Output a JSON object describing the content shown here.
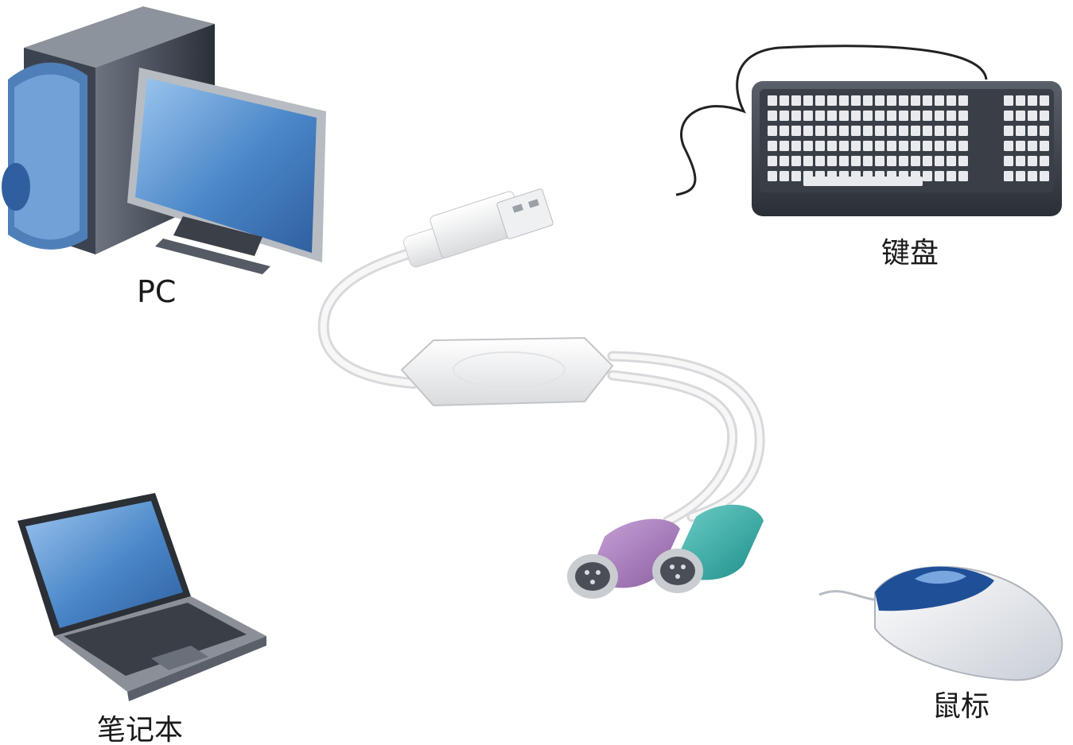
{
  "labels": {
    "pc": "PC",
    "keyboard": "键盘",
    "laptop": "笔记本",
    "mouse": "鼠标"
  },
  "colors": {
    "ps2_keyboard_port": "#9b6fb0",
    "ps2_mouse_port": "#2aa5a0",
    "screen_blue": "#4a86c8",
    "device_dark": "#2e3440"
  },
  "icons": [
    "desktop-pc-icon",
    "keyboard-icon",
    "laptop-icon",
    "mouse-icon",
    "usb-to-ps2-adapter-icon"
  ]
}
